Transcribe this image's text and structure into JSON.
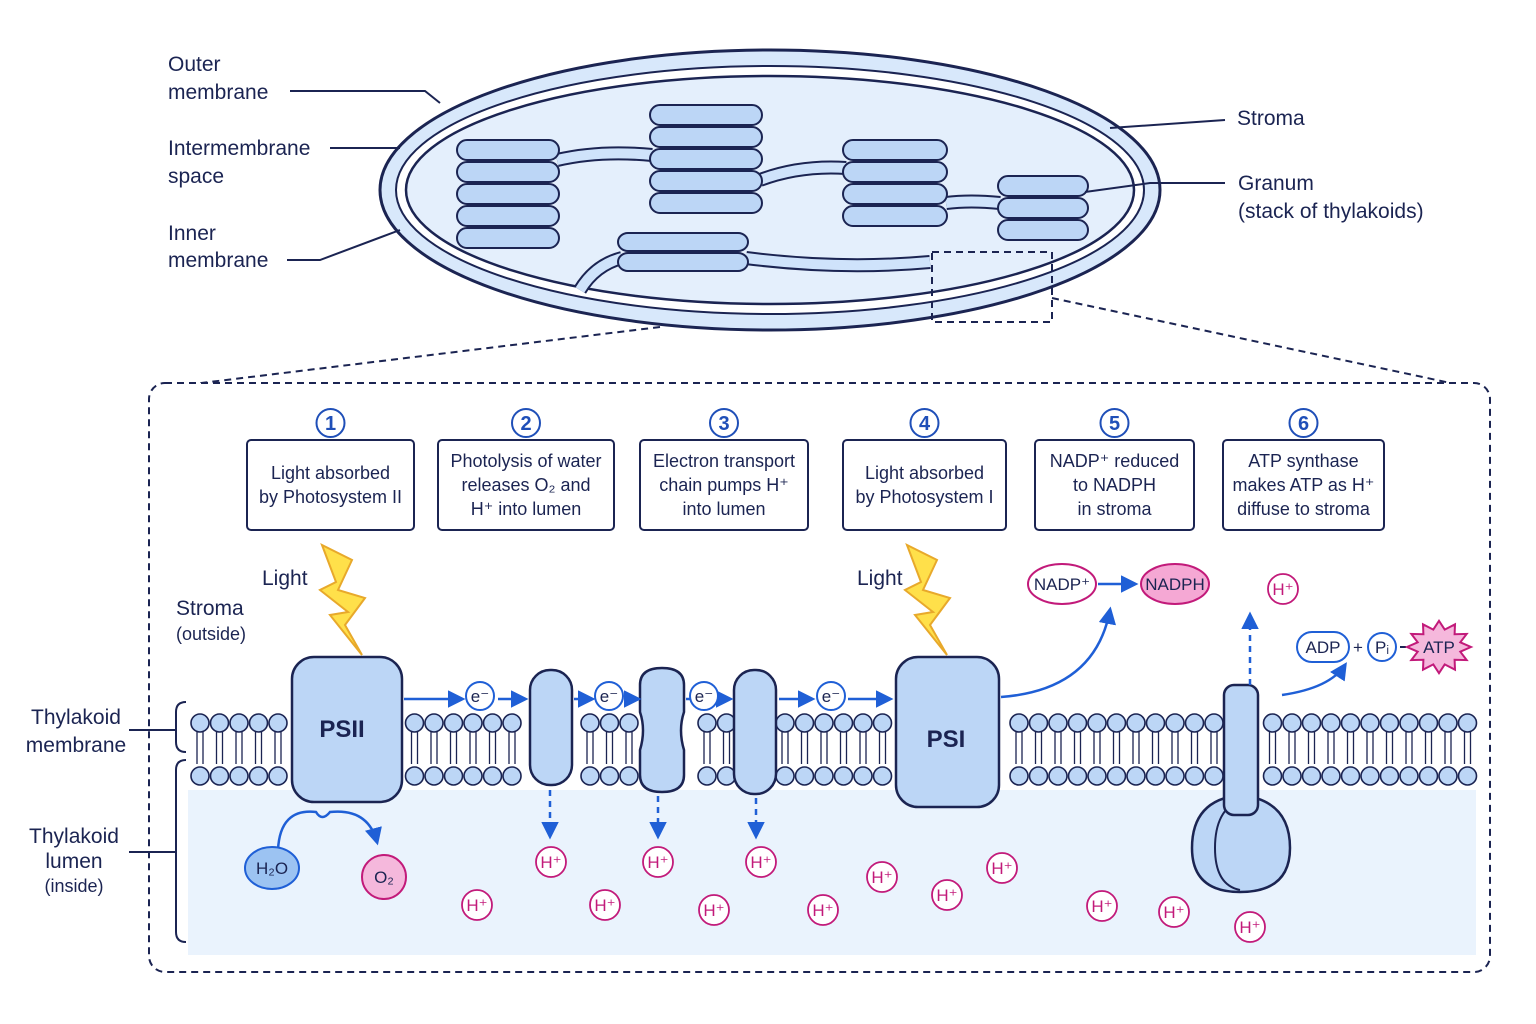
{
  "chloroplast": {
    "labels": {
      "outer_membrane": [
        "Outer",
        "membrane"
      ],
      "intermembrane_space": [
        "Intermembrane",
        "space"
      ],
      "inner_membrane": [
        "Inner",
        "membrane"
      ],
      "stroma": "Stroma",
      "granum": [
        "Granum",
        "(stack of thylakoids)"
      ]
    }
  },
  "detail": {
    "steps": [
      {
        "number": "1",
        "lines": [
          "Light absorbed",
          "by Photosystem II"
        ]
      },
      {
        "number": "2",
        "lines": [
          "Photolysis of water",
          "releases O₂ and",
          "H⁺ into lumen"
        ]
      },
      {
        "number": "3",
        "lines": [
          "Electron transport",
          "chain pumps H⁺",
          "into lumen"
        ]
      },
      {
        "number": "4",
        "lines": [
          "Light absorbed",
          "by Photosystem I"
        ]
      },
      {
        "number": "5",
        "lines": [
          "NADP⁺ reduced",
          "to NADPH",
          "in stroma"
        ]
      },
      {
        "number": "6",
        "lines": [
          "ATP synthase",
          "makes ATP as H⁺",
          "diffuse to stroma"
        ]
      }
    ],
    "side_labels": {
      "stroma": [
        "Stroma",
        "(outside)"
      ],
      "thylakoid_membrane": [
        "Thylakoid",
        "membrane"
      ],
      "thylakoid_lumen": [
        "Thylakoid",
        "lumen",
        "(inside)"
      ]
    },
    "light_label": "Light",
    "psii_label": "PSII",
    "psi_label": "PSI",
    "electron_label": "e⁻",
    "water_label": "H₂O",
    "oxygen_label": "O₂",
    "nadp_label": "NADP⁺",
    "nadph_label": "NADPH",
    "adp_label": "ADP",
    "plus_label": "+",
    "pi_label": "Pᵢ",
    "atp_label": "ATP",
    "proton_label": "H⁺"
  },
  "colors": {
    "outline": "#1b2452",
    "membrane_fill": "#cfe3fb",
    "protein_fill": "#bcd6f6",
    "lumen_fill": "#eaf3fd",
    "accent_blue": "#1f5fd6",
    "proton_magenta": "#c21a7a",
    "nadph_fill": "#f5a8d4",
    "lightning_fill": "#ffe04a"
  }
}
